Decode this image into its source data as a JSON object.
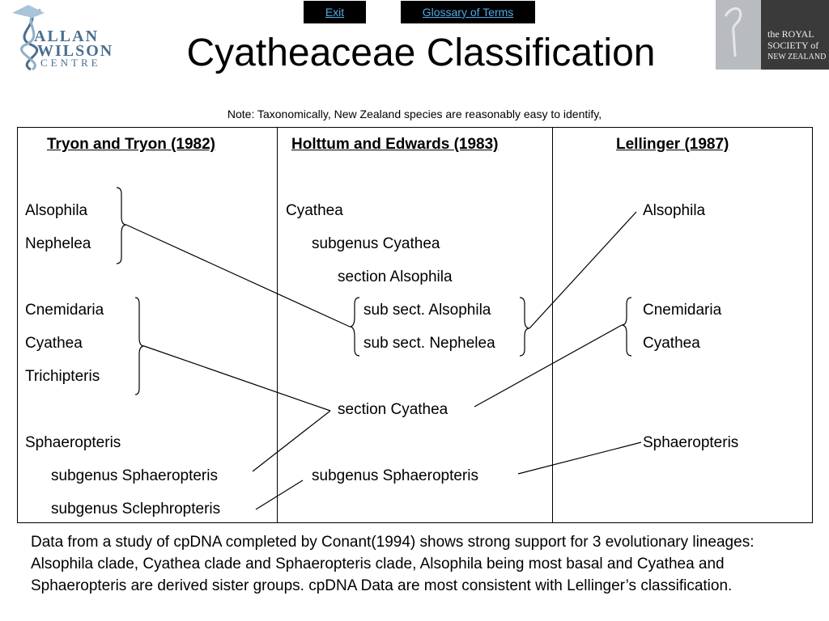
{
  "nav": {
    "exit_label": "Exit",
    "glossary_label": "Glossary of Terms"
  },
  "logo": {
    "line1": "ALLAN",
    "line2": "WILSON",
    "line3": "CENTRE"
  },
  "royal_society": {
    "line1": "the ROYAL",
    "line2": "SOCIETY of",
    "line3": "NEW ZEALAND"
  },
  "title": "Cyatheaceae Classification",
  "note": "Note: Taxonomically, New Zealand species are reasonably easy to identify,",
  "columns": [
    {
      "header": "Tryon and Tryon (1982)"
    },
    {
      "header": "Holttum and Edwards (1983)"
    },
    {
      "header": "Lellinger (1987)"
    }
  ],
  "tryon": {
    "alsophila": "Alsophila",
    "nephelea": "Nephelea",
    "cnemidaria": "Cnemidaria",
    "cyathea": "Cyathea",
    "trichipteris": "Trichipteris",
    "sphaeropteris": "Sphaeropteris",
    "subgenus_sphaeropteris": "subgenus Sphaeropteris",
    "subgenus_sclephropteris": "subgenus Sclephropteris"
  },
  "holttum": {
    "cyathea": "Cyathea",
    "subgenus_cyathea": "subgenus Cyathea",
    "section_alsophila": "section Alsophila",
    "subsect_alsophila": "sub sect. Alsophila",
    "subsect_nephelea": "sub sect. Nephelea",
    "section_cyathea": "section Cyathea",
    "subgenus_sphaeropteris": "subgenus Sphaeropteris"
  },
  "lellinger": {
    "alsophila": "Alsophila",
    "cnemidaria": "Cnemidaria",
    "cyathea": "Cyathea",
    "sphaeropteris": "Sphaeropteris"
  },
  "summary": "Data from a study of cpDNA completed by Conant(1994) shows strong support for 3 evolutionary lineages:  Alsophila clade, Cyathea clade and Sphaeropteris clade, Alsophila being most basal and Cyathea and Sphaeropteris are derived sister groups. cpDNA Data are most consistent with Lellinger’s classification.",
  "colors": {
    "nav_bg": "#000000",
    "nav_text": "#4faae8",
    "logo": "#4a6e8f"
  }
}
